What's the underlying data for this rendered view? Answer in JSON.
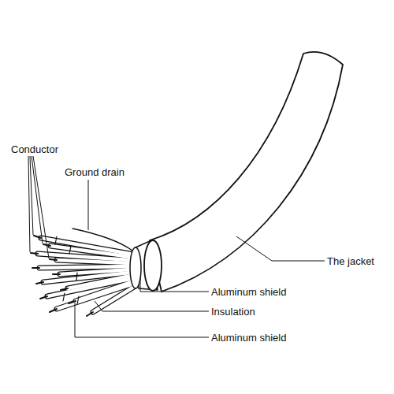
{
  "diagram": {
    "labels": [
      "Conductor",
      "Ground drain",
      "The jacket",
      "Aluminum shield",
      "Insulation",
      "Aluminum shield"
    ]
  }
}
